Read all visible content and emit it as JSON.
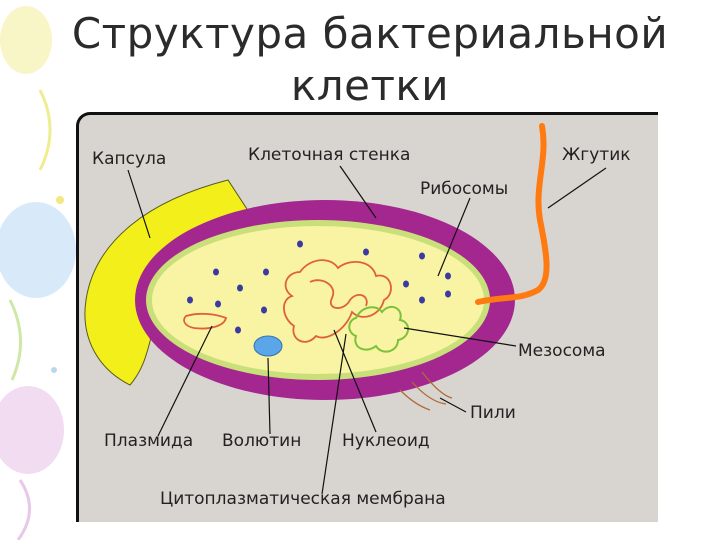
{
  "slide": {
    "title_line1": "Структура бактериальной",
    "title_line2": "клетки"
  },
  "labels": {
    "capsule": "Капсула",
    "cell_wall": "Клеточная стенка",
    "ribosomes": "Рибосомы",
    "flagellum": "Жгутик",
    "mesosome": "Мезосома",
    "pili": "Пили",
    "plasmid": "Плазмида",
    "volutin": "Волютин",
    "nucleoid": "Нуклеоид",
    "membrane": "Цитоплазматическая мембрана"
  },
  "colors": {
    "capsule": "#f2ef1a",
    "cell_wall": "#a3278f",
    "cytoplasm": "#f8f4a4",
    "membrane": "#c9e07a",
    "flagellum": "#ff7a10",
    "ribosome": "#3a3aa0",
    "nucleoid": "#e0603a",
    "volutin": "#5aa6e8",
    "mesosome": "#7cc13a"
  }
}
